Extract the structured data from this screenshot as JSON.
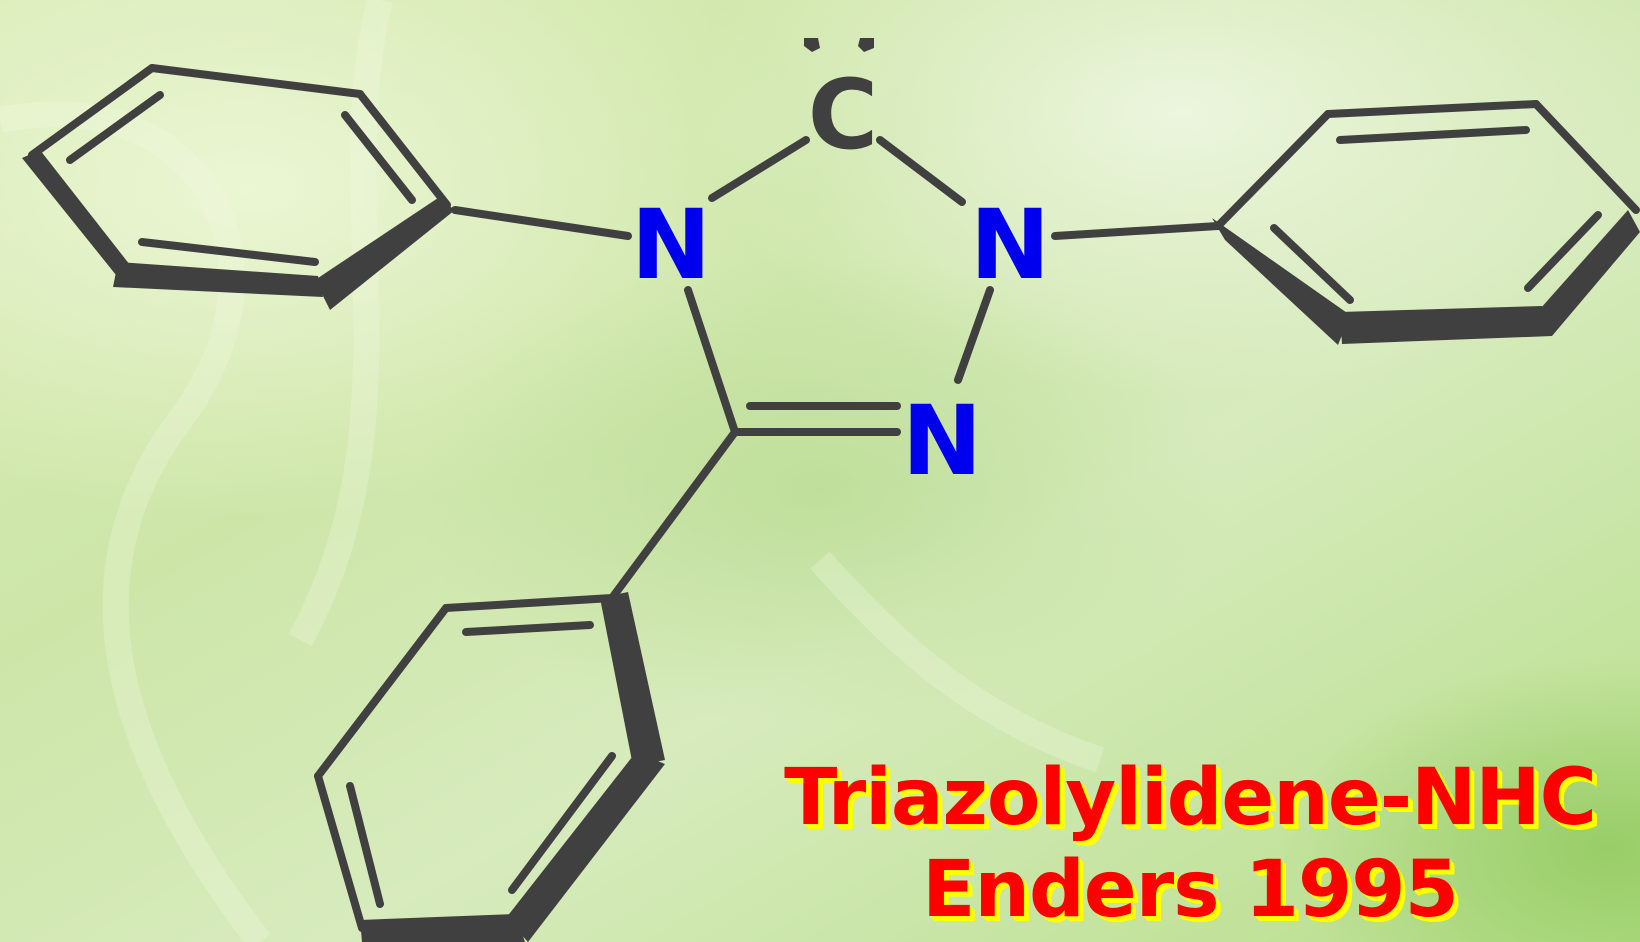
{
  "colors": {
    "bond": "#404040",
    "carbene_label": "#404040",
    "nitrogen_label": "#0000ee",
    "caption_text": "#ff0000",
    "caption_shadow": "#ffff00",
    "background_light": "#e6f2d0",
    "background_mid": "#c7e3a4",
    "background_dark": "#a8d27a"
  },
  "molecule": {
    "atoms": {
      "carbene": "C",
      "n1": "N",
      "n2": "N",
      "n4": "N"
    },
    "lone_pair_icon": "two-dots-icon"
  },
  "caption": {
    "line1": "Triazolylidene-NHC",
    "line2": "Enders 1995"
  }
}
